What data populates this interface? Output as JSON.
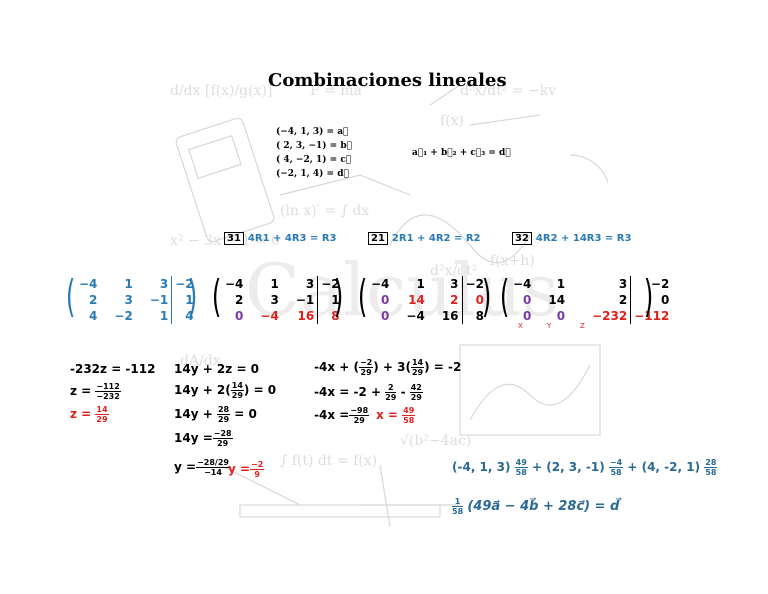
{
  "title": "Combinaciones lineales",
  "vectors": [
    {
      "coords": "(−4,    1,    3) =",
      "name": "a⃗"
    },
    {
      "coords": "( 2,    3,   −1) =",
      "name": "b⃗"
    },
    {
      "coords": "( 4,   −2,    1) =",
      "name": "c⃗"
    },
    {
      "coords": "(−2,    1,    4) =",
      "name": "d⃗"
    }
  ],
  "vector_equation": "a⃗₁ + b⃗₂ + c⃗₃ = d⃗",
  "operations": [
    {
      "step": "31",
      "text": "4R1 + 4R3 = R3"
    },
    {
      "step": "21",
      "text": "2R1 + 4R2 = R2"
    },
    {
      "step": "32",
      "text": "4R2 + 14R3 = R3"
    }
  ],
  "matrices": {
    "m1": [
      [
        "−4",
        "1",
        "3",
        "−2"
      ],
      [
        "2",
        "3",
        "−1",
        "1"
      ],
      [
        "4",
        "−2",
        "1",
        "4"
      ]
    ],
    "m2": [
      [
        "−4",
        "1",
        "3",
        "−2"
      ],
      [
        "2",
        "3",
        "−1",
        "1"
      ],
      [
        "0",
        "−4",
        "16",
        "8"
      ]
    ],
    "m3": [
      [
        "−4",
        "1",
        "3",
        "−2"
      ],
      [
        "0",
        "14",
        "2",
        "0"
      ],
      [
        "0",
        "−4",
        "16",
        "8"
      ]
    ],
    "m4": [
      [
        "−4",
        "1",
        "3",
        "−2"
      ],
      [
        "0",
        "14",
        "2",
        "0"
      ],
      [
        "0",
        "0",
        "−232",
        "−112"
      ]
    ],
    "col_labels": [
      "X",
      "Y",
      "Z"
    ]
  },
  "solution": {
    "z_col": [
      "-232z = -112",
      "z =",
      "−112",
      "−232",
      "z =",
      "14",
      "29"
    ],
    "y_col": [
      "14y + 2z = 0",
      "14y + 2(",
      "14",
      "29",
      ") = 0",
      "14y +",
      "28",
      "29",
      "= 0",
      "14y =",
      "−28",
      "29",
      "y =",
      "−28/29",
      "−14",
      "y =",
      "−2",
      "9"
    ],
    "x_col": [
      "-4x + (",
      "−2",
      "29",
      ") + 3(",
      "14",
      "29",
      ") = -2",
      "-4x = -2 +",
      "2",
      "29",
      "-",
      "42",
      "29",
      "-4x =",
      "−98",
      "29",
      "x =",
      "49",
      "58"
    ]
  },
  "combination": {
    "line1_parts": [
      "(-4, 1, 3)",
      "49",
      "58",
      "+ (2, 3, -1)",
      "−4",
      "58",
      "+ (4, -2, 1)",
      "28",
      "58"
    ],
    "line2_parts": [
      "1",
      "58",
      "(49a⃗ − 4b⃗ + 28c⃗) = d⃗"
    ]
  }
}
